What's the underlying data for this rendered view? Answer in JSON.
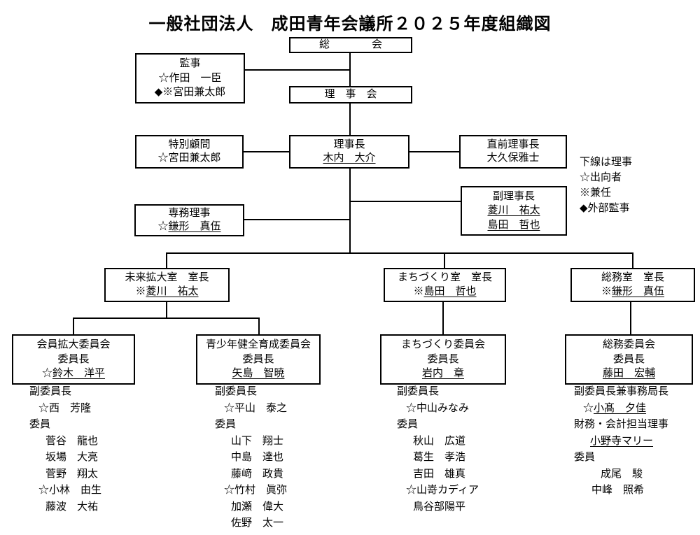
{
  "title": "一般社団法人　成田青年会議所２０２５年度組織図",
  "legend": [
    "下線は理事",
    "☆出向者",
    "※兼任",
    "◆外部監事"
  ],
  "nodes": {
    "soukai": {
      "label": "総　　　　会"
    },
    "kanji": {
      "title": "監事",
      "m1_pre": "☆",
      "m1_name": "作田　一臣",
      "m2_pre": "◆※",
      "m2_name": "宮田兼太郎"
    },
    "rijikai": {
      "label": "理　事　会"
    },
    "tokkomon": {
      "title": "特別顧問",
      "name": "☆宮田兼太郎"
    },
    "rijicho": {
      "title": "理事長",
      "name": "木内　大介"
    },
    "chokuzen": {
      "title": "直前理事長",
      "name": "大久保雅士"
    },
    "fuku": {
      "title": "副理事長",
      "name1": "菱川　祐太",
      "name2": "島田　哲也"
    },
    "senmu": {
      "title": "専務理事",
      "pre": "☆",
      "name": "鎌形　真伍"
    },
    "mirai": {
      "title": "未来拡大室　室長",
      "pre": "※",
      "name": "菱川　祐太"
    },
    "machiroom": {
      "title": "まちづくり室　室長",
      "pre": "※",
      "name": "島田　哲也"
    },
    "soumuroom": {
      "title": "総務室　室長",
      "pre": "※",
      "name": "鎌形　真伍"
    }
  },
  "committees": {
    "c1": {
      "title": "会員拡大委員会",
      "sub": "委員長",
      "pre": "☆",
      "name": "鈴木　洋平",
      "vice_label": "副委員長",
      "vice": "☆西　芳隆",
      "members_label": "委員",
      "members": [
        "菅谷　龍也",
        "坂場　大亮",
        "菅野　翔太",
        "☆小林　由生",
        "藤波　大祐"
      ]
    },
    "c2": {
      "title": "青少年健全育成委員会",
      "sub": "委員長",
      "pre": "",
      "name": "矢島　智暁",
      "vice_label": "副委員長",
      "vice": "☆平山　泰之",
      "members_label": "委員",
      "members": [
        "山下　翔士",
        "中島　達也",
        "藤﨑　政貴",
        "☆竹村　眞弥",
        "加瀬　偉大",
        "佐野　太一"
      ]
    },
    "c3": {
      "title": "まちづくり委員会",
      "sub": "委員長",
      "pre": "",
      "name": "岩内　章",
      "vice_label": "副委員長",
      "vice": "☆中山みなみ",
      "members_label": "委員",
      "members": [
        "秋山　広道",
        "葛生　孝浩",
        "吉田　雄真",
        "☆山嵜カディア",
        "鳥谷部陽平"
      ]
    },
    "c4": {
      "title": "総務委員会",
      "sub": "委員長",
      "pre": "",
      "name": "藤田　宏輔",
      "vice_label": "副委員長兼事務局長",
      "vice_pre": "☆",
      "vice_name": "小髙　夕佳",
      "finance_label": "財務・会計担当理事",
      "finance_name": "小野寺マリー",
      "members_label": "委員",
      "members": [
        "成尾　駿",
        "中峰　照希"
      ]
    }
  }
}
